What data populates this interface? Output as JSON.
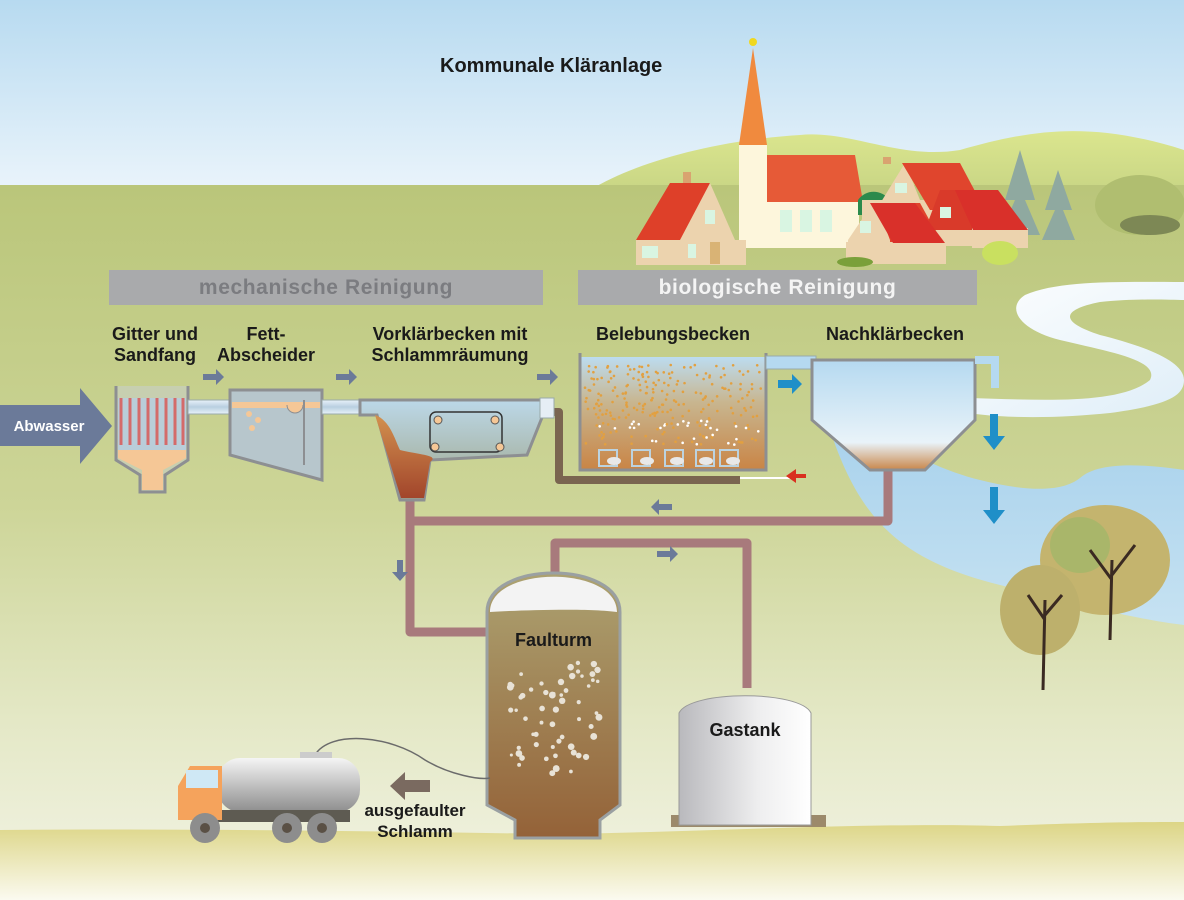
{
  "title": "Kommunale Kläranlage",
  "sections": {
    "mechanical": "mechanische Reinigung",
    "biological": "biologische Reinigung"
  },
  "stages": [
    {
      "id": "screen",
      "line1": "Gitter und",
      "line2": "Sandfang"
    },
    {
      "id": "grease",
      "line1": "Fett-",
      "line2": "Abscheider"
    },
    {
      "id": "primary",
      "line1": "Vorklärbecken mit",
      "line2": "Schlammräumung"
    },
    {
      "id": "aeration",
      "line1": "Belebungsbecken",
      "line2": ""
    },
    {
      "id": "secondary",
      "line1": "Nachklärbecken",
      "line2": ""
    }
  ],
  "inflow_label": "Abwasser",
  "digester_label": "Faulturm",
  "gastank_label": "Gastank",
  "sludge_label": {
    "line1": "ausgefaulter",
    "line2": "Schlamm"
  },
  "colors": {
    "sky_top": "#b9dcf1",
    "grass": "#bcc67c",
    "pipe": "#a87a7c",
    "flow_arrow": "#6b7a99",
    "water_arrow": "#1f8fc8",
    "air_arrow": "#d9301f",
    "roof": "#e0402b",
    "sludge": "#96683f"
  }
}
